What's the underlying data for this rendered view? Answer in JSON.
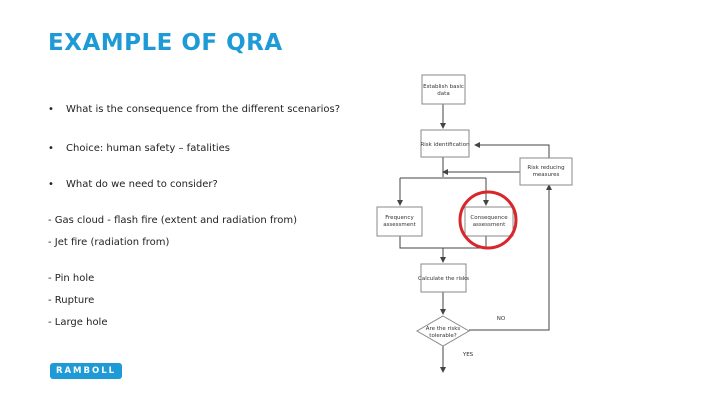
{
  "slide": {
    "title": "EXAMPLE OF QRA",
    "bullets": [
      "What is the consequence from the different scenarios?",
      "Choice: human safety – fatalities",
      "What do we need to consider?"
    ],
    "details": [
      "- Gas cloud - flash fire (extent and radiation from)",
      "- Jet fire (radiation from)",
      "- Pin hole",
      "- Rupture",
      "- Large hole"
    ],
    "logo_text": "RAMBOLL"
  },
  "flowchart": {
    "establish_line1": "Establish basic",
    "establish_line2": "data",
    "risk_identification": "Risk identification",
    "risk_reducing_line1": "Risk reducing",
    "risk_reducing_line2": "measures",
    "frequency_line1": "Frequency",
    "frequency_line2": "assessment",
    "consequence_line1": "Consequence",
    "consequence_line2": "assessment",
    "calculate": "Calculate the risks",
    "tolerable_line1": "Are the risks",
    "tolerable_line2": "tolerable?",
    "no_label": "NO",
    "yes_label": "YES",
    "highlight_color": "#d9262c"
  }
}
